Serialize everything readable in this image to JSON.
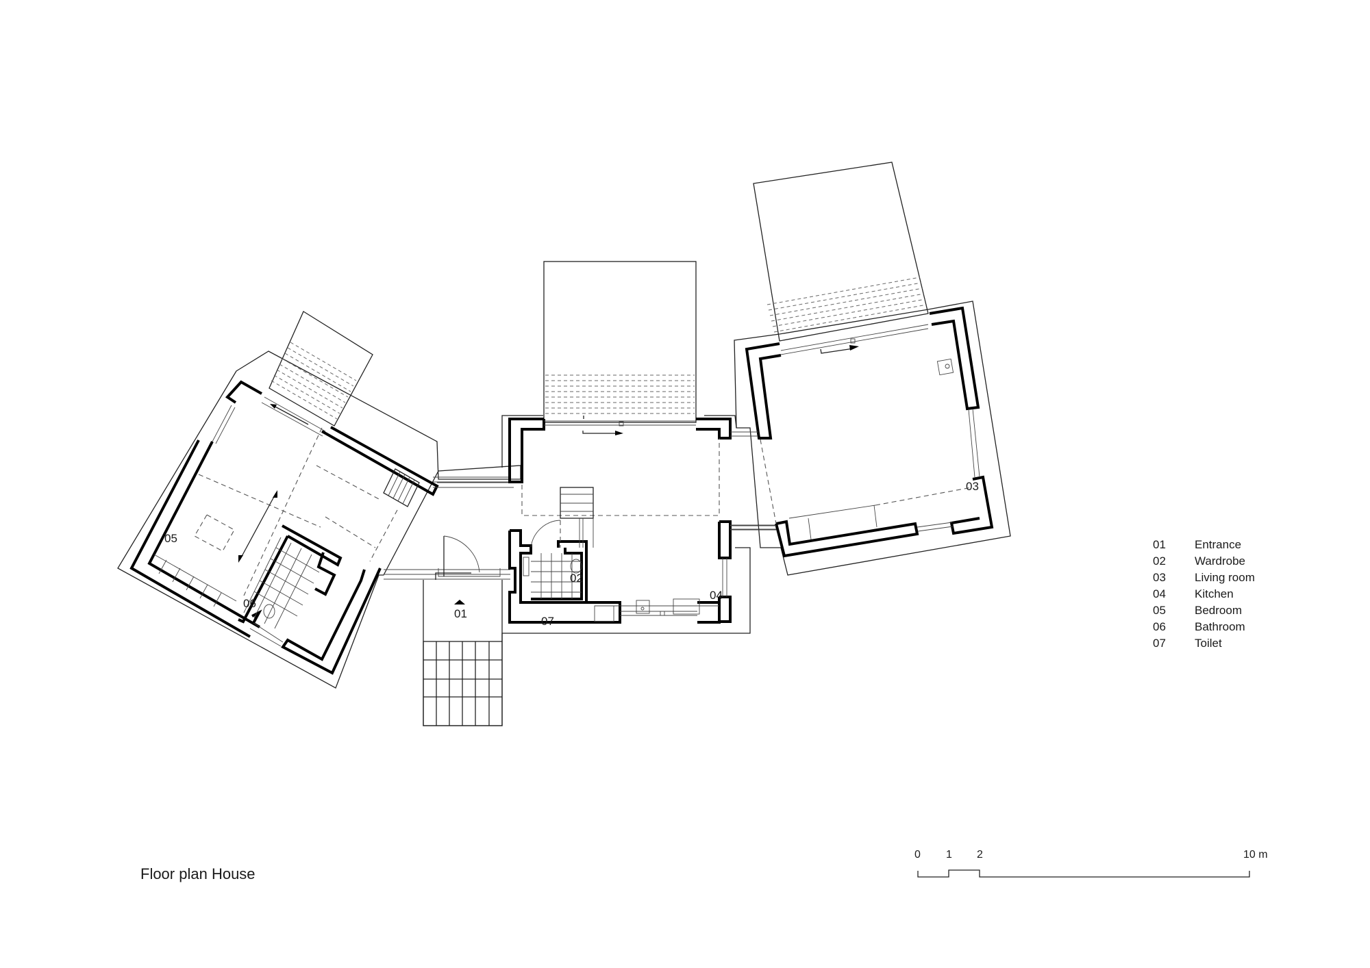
{
  "title": "Floor plan House",
  "legend": {
    "items": [
      {
        "num": "01",
        "label": "Entrance"
      },
      {
        "num": "02",
        "label": "Wardrobe"
      },
      {
        "num": "03",
        "label": "Living room"
      },
      {
        "num": "04",
        "label": "Kitchen"
      },
      {
        "num": "05",
        "label": "Bedroom"
      },
      {
        "num": "06",
        "label": "Bathroom"
      },
      {
        "num": "07",
        "label": "Toilet"
      }
    ]
  },
  "room_labels": {
    "r01": "01",
    "r02": "02",
    "r03": "03",
    "r04": "04",
    "r05": "05",
    "r06": "06",
    "r07": "07"
  },
  "scale_bar": {
    "ticks": [
      "0",
      "1",
      "2",
      "10 m"
    ],
    "unit": "m"
  },
  "icons": {
    "entrance_marker": "triangle-up-icon",
    "sliding_door": "arrow-icon"
  },
  "colors": {
    "line": "#000000",
    "background": "#ffffff"
  }
}
